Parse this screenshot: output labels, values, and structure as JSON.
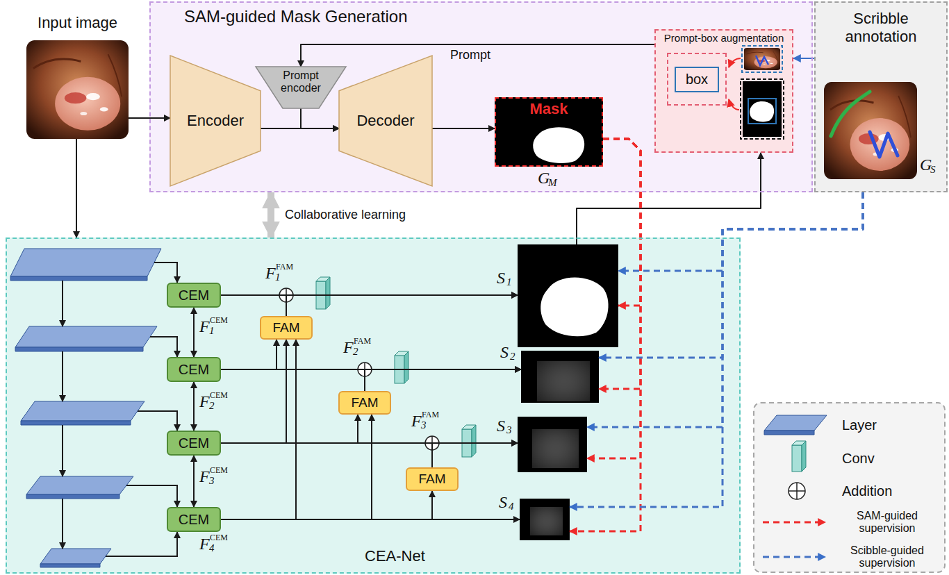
{
  "diagram": {
    "nodes": [
      {
        "text": [
          "SAM-guided Mask Generation"
        ]
      },
      {
        "text": [
          "Encoder"
        ],
        "in": 0
      },
      {
        "text": [
          "Prompt encoder"
        ],
        "in": 0
      },
      {
        "text": [
          "Decoder"
        ],
        "in": 0
      },
      {
        "text": [
          "Mask",
          "G",
          "M"
        ],
        "in": 0
      },
      {
        "text": [
          "Prompt-box augmentation"
        ],
        "in": 0
      },
      {
        "text": [
          "box"
        ],
        "in": 5
      },
      {
        "text": [
          "Scribble annotation",
          "G",
          "S"
        ]
      },
      {
        "text": [
          "Input image"
        ]
      },
      {
        "text": [
          "CEA-Net"
        ]
      },
      {
        "text": [
          "CEM"
        ],
        "in": 9
      },
      {
        "text": [
          "CEM"
        ],
        "in": 9
      },
      {
        "text": [
          "CEM"
        ],
        "in": 9
      },
      {
        "text": [
          "CEM"
        ],
        "in": 9
      },
      {
        "text": [
          "FAM"
        ],
        "in": 9
      },
      {
        "text": [
          "FAM"
        ],
        "in": 9
      },
      {
        "text": [
          "FAM"
        ],
        "in": 9
      },
      {
        "text": [
          "S",
          "1"
        ],
        "in": 9
      },
      {
        "text": [
          "S",
          "2"
        ],
        "in": 9
      },
      {
        "text": [
          "S",
          "3"
        ],
        "in": 9
      },
      {
        "text": [
          "S",
          "4"
        ],
        "in": 9
      }
    ],
    "edges": [
      {
        "from": 8,
        "to": 1,
        "arrow": "to"
      },
      {
        "from": 8,
        "to": 9,
        "arrow": "to"
      },
      {
        "from": 1,
        "to": 3,
        "arrow": "to"
      },
      {
        "from": 2,
        "to": 3,
        "arrow": "to"
      },
      {
        "from": 3,
        "to": 4,
        "arrow": "to"
      },
      {
        "from": 5,
        "to": 2,
        "label": "Prompt",
        "arrow": "to"
      },
      {
        "from": 7,
        "to": 5,
        "arrow": "to"
      },
      {
        "from": 17,
        "to": 5,
        "arrow": "to"
      },
      {
        "from": 0,
        "to": 9,
        "label": "Collaborative learning",
        "arrow": "both"
      },
      {
        "from": 4,
        "to": 17,
        "arrow": "to"
      },
      {
        "from": 4,
        "to": 18,
        "arrow": "to"
      },
      {
        "from": 4,
        "to": 19,
        "arrow": "to"
      },
      {
        "from": 4,
        "to": 20,
        "arrow": "to"
      },
      {
        "from": 7,
        "to": 17,
        "arrow": "to"
      },
      {
        "from": 7,
        "to": 18,
        "arrow": "to"
      },
      {
        "from": 7,
        "to": 19,
        "arrow": "to"
      },
      {
        "from": 7,
        "to": 20,
        "arrow": "to"
      },
      {
        "from": 10,
        "to": 11,
        "arrow": "both"
      },
      {
        "from": 11,
        "to": 12,
        "arrow": "both"
      },
      {
        "from": 12,
        "to": 13,
        "arrow": "both"
      },
      {
        "from": 10,
        "to": 17,
        "arrow": "to"
      },
      {
        "from": 11,
        "to": 18,
        "arrow": "to"
      },
      {
        "from": 12,
        "to": 19,
        "arrow": "to"
      },
      {
        "from": 13,
        "to": 20,
        "arrow": "to"
      },
      {
        "from": 11,
        "to": 14,
        "arrow": "to"
      },
      {
        "from": 12,
        "to": 14,
        "arrow": "to"
      },
      {
        "from": 13,
        "to": 14,
        "arrow": "to"
      },
      {
        "from": 12,
        "to": 15,
        "arrow": "to"
      },
      {
        "from": 13,
        "to": 15,
        "arrow": "to"
      },
      {
        "from": 13,
        "to": 16,
        "arrow": "to"
      },
      {
        "from": 14,
        "to": 17,
        "arrow": "to"
      },
      {
        "from": 15,
        "to": 18,
        "arrow": "to"
      },
      {
        "from": 16,
        "to": 19,
        "arrow": "to"
      }
    ],
    "labels": [
      "F",
      "1",
      "CEM",
      "F",
      "2",
      "CEM",
      "F",
      "3",
      "CEM",
      "F",
      "4",
      "CEM",
      "F",
      "1",
      "FAM",
      "F",
      "2",
      "FAM",
      "F",
      "3",
      "FAM"
    ],
    "legend": [
      {
        "text": "Layer"
      },
      {
        "text": "Conv"
      },
      {
        "text": "Addition"
      },
      {
        "text": "SAM-guided supervision"
      },
      {
        "text": "Scibble-guided supervision"
      }
    ]
  }
}
